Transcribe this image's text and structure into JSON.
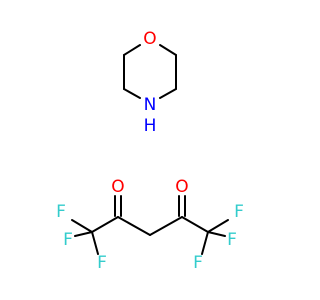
{
  "colors": {
    "background": "#ffffff",
    "bond": "#000000",
    "oxygen": "#ff0000",
    "nitrogen": "#0000ff",
    "fluorine": "#33cccc"
  },
  "morpholine": {
    "oxygen": "O",
    "nitrogen": "N",
    "hydrogen": "H"
  },
  "diketone": {
    "left_carbonyl_oxygen": "O",
    "right_carbonyl_oxygen": "O",
    "left_cf3": [
      "F",
      "F",
      "F"
    ],
    "right_cf3": [
      "F",
      "F",
      "F"
    ]
  }
}
